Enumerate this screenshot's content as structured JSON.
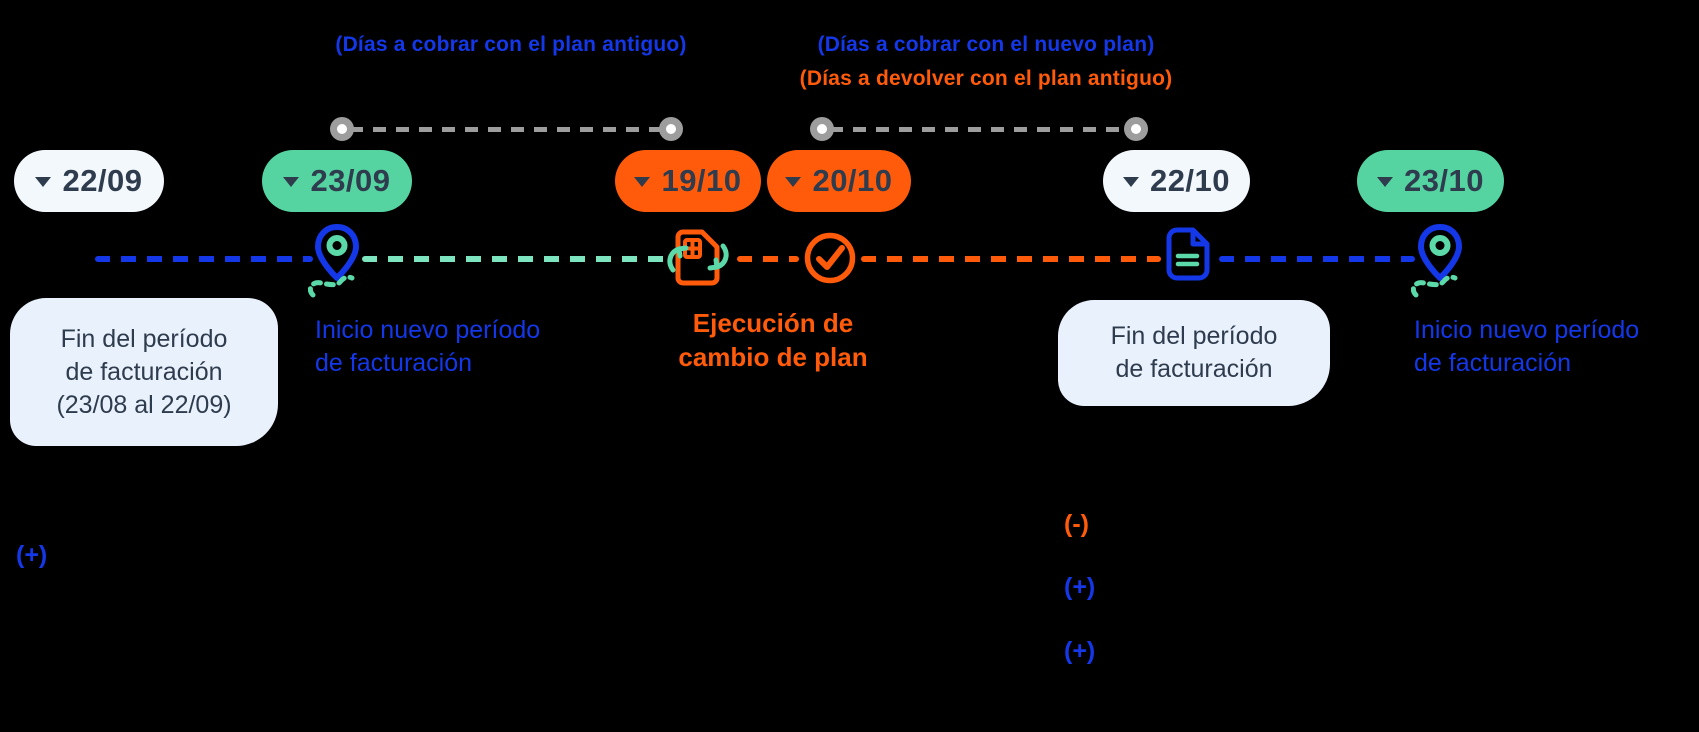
{
  "colors": {
    "blue": "#1437E8",
    "orange": "#FF5B0A",
    "green": "#55D4A2",
    "mint": "#7CE4BE",
    "icon_green": "#5CD9A9",
    "dark": "#2E3C4E",
    "gray": "#9D9D9D",
    "bubble": "#E9F1FC",
    "pill_light": "#F3F8FD"
  },
  "top_labels": {
    "old_plan_charge": "(Días a cobrar con el plan antiguo)",
    "new_plan_charge": "(Días a cobrar con el nuevo plan)",
    "old_plan_refund": "(Días a devolver con el plan antiguo)"
  },
  "date_pills": [
    {
      "label": "22/09",
      "variant": "light"
    },
    {
      "label": "23/09",
      "variant": "green"
    },
    {
      "label": "19/10",
      "variant": "orange"
    },
    {
      "label": "20/10",
      "variant": "orange"
    },
    {
      "label": "22/10",
      "variant": "light"
    },
    {
      "label": "23/10",
      "variant": "green"
    }
  ],
  "annotations": {
    "end_period_old": "Fin del período\nde facturación\n(23/08 al 22/09)",
    "start_new_period_1": "Inicio nuevo período\nde facturación",
    "plan_change_execution": "Ejecución de\ncambio de plan",
    "end_period_new": "Fin del período\nde facturación",
    "start_new_period_2": "Inicio nuevo período\nde facturación"
  },
  "markers": {
    "plus_old_plan": "(+)",
    "minus_refund": "(-)",
    "plus_new_plan": "(+)",
    "plus_next_period": "(+)"
  },
  "icons": {
    "pin": "location-pin-icon",
    "route": "route-dashes-icon",
    "sim_swap": "sim-card-swap-icon",
    "check": "check-circle-icon",
    "invoice": "invoice-document-icon",
    "dropdown": "chevron-down-icon",
    "connector_dot": "connector-dot"
  }
}
